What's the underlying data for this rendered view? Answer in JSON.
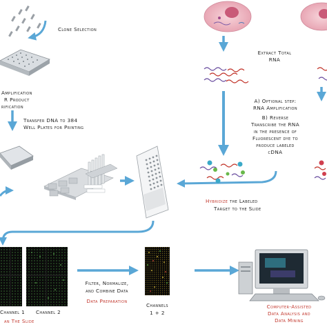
{
  "labels": {
    "clone_selection": "Clone Selection",
    "amplification": "Amplification",
    "pcr_product": "R Product",
    "purification": "rification",
    "transfer_1": "Transfer DNA to 384",
    "transfer_2": "Well Plates for Printing",
    "extract_1": "Extract Total",
    "extract_2": "RNA",
    "optional_1": "A) Optional step:",
    "optional_2": "RNA Amplification",
    "reverse_1": "B) Reverse",
    "reverse_2": "Transcribe the RNA",
    "reverse_3": "in the presence of",
    "reverse_4": "Fluorescent dye to",
    "reverse_5": "produce labeled",
    "reverse_6": "cDNA",
    "hybridize_word": "Hybridize",
    "hybridize_rest": " the Labeled",
    "hybridize_2": "Target to the Slide",
    "channel_1": "Channel 1",
    "channel_2": "Channel 2",
    "scan_slide": "an The Slide",
    "filter_1": "Filter, Normalize,",
    "filter_2": "and Combine Data",
    "data_prep": "Data Preparation",
    "channels": "Channels",
    "channels_sum": "1 + 2",
    "computer_1": "Computer-Assisted",
    "computer_2": "Data Analysis and",
    "computer_3": "Data Mining"
  },
  "colors": {
    "arrow": "#5aa7d6",
    "accent_red": "#c2352b",
    "wave_red": "#c2352b",
    "wave_purple": "#6b4fa0",
    "cell_pink": "#e58a9c"
  }
}
